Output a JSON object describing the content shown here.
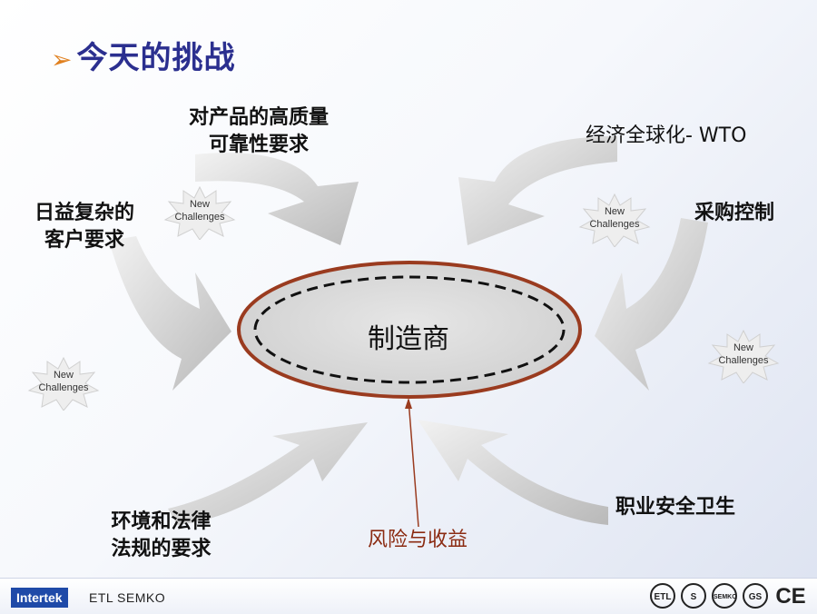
{
  "slide": {
    "title": "今天的挑战",
    "bullet": "➢",
    "center_label": "制造商",
    "labels": {
      "top_left": [
        "对产品的高质量",
        "可靠性要求"
      ],
      "top_right": "经济全球化- WTO",
      "left": [
        "日益复杂的",
        "客户要求"
      ],
      "right": "采购控制",
      "bottom_left": [
        "环境和法律",
        "法规的要求"
      ],
      "bottom_right": "职业安全卫生",
      "bottom_center": "风险与收益"
    },
    "burst_text": [
      "New",
      "Challenges"
    ],
    "colors": {
      "title": "#2b2f8f",
      "arrow": "#c8c8c8",
      "ellipse_border": "#9a3b1f",
      "bottom_label": "#8b2b12"
    }
  },
  "footer": {
    "logo": "Intertek",
    "brand": "ETL SEMKO",
    "marks": [
      "ETL",
      "S",
      "SEMKO",
      "GS",
      "CE"
    ]
  }
}
